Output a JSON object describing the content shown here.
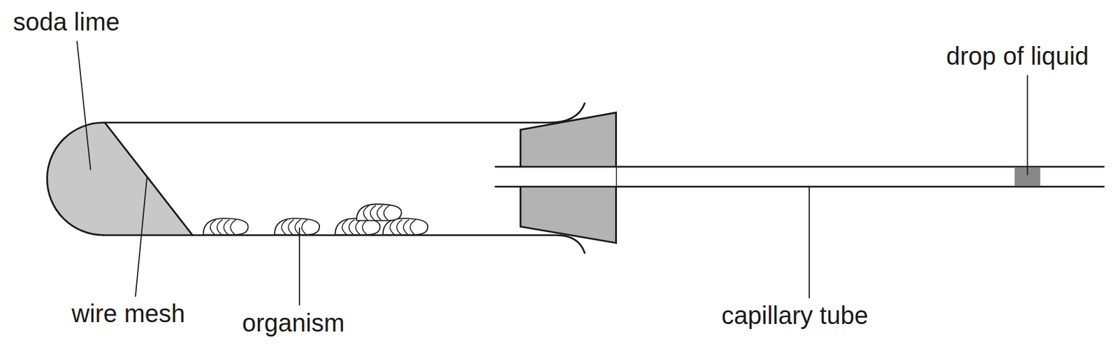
{
  "diagram": {
    "labels": [
      "soda lime",
      "wire mesh",
      "organism",
      "capillary tube",
      "drop of liquid"
    ]
  }
}
